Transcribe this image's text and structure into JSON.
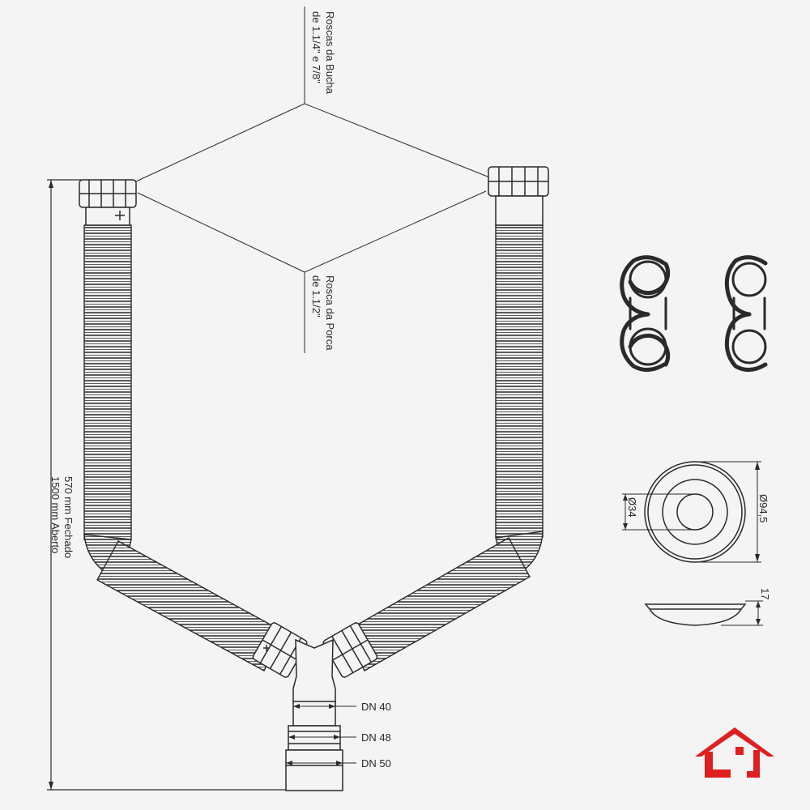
{
  "annotations": {
    "bushing_thread_line1": "Roscas da Bucha",
    "bushing_thread_line2": "de 1.1/4\" e 7/8\"",
    "nut_thread_line1": "Rosca da Porca",
    "nut_thread_line2": "de 1.1/2\"",
    "length_closed": "570 mm Fechado",
    "length_open": "1500 mm Aberto",
    "dn40": "DN 40",
    "dn48": "DN 48",
    "dn50": "DN 50",
    "diameter_inner": "Ø34",
    "diameter_outer": "Ø94,5",
    "height": "17"
  },
  "logo": {
    "name": "house-logo-icon",
    "color": "#e02020"
  },
  "colors": {
    "line": "#2a2a2a",
    "background": "#f4f4f4"
  }
}
